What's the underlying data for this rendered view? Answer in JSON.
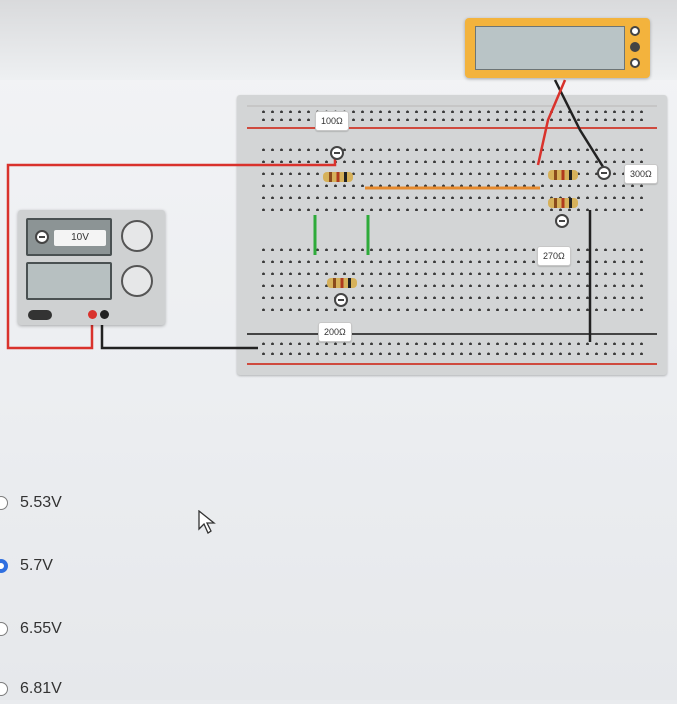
{
  "power_supply": {
    "voltage_label": "10V"
  },
  "resistors": [
    {
      "label": "100Ω"
    },
    {
      "label": "300Ω"
    },
    {
      "label": "270Ω"
    },
    {
      "label": "200Ω"
    }
  ],
  "options": [
    {
      "label": "5.53V",
      "selected": false
    },
    {
      "label": "5.7V",
      "selected": true
    },
    {
      "label": "6.55V",
      "selected": false
    },
    {
      "label": "6.81V",
      "selected": false
    }
  ],
  "icons": {
    "cursor": "mouse-pointer-icon",
    "minus": "minus-icon",
    "knob": "knob-icon"
  },
  "colors": {
    "wire_red": "#d9322c",
    "wire_black": "#222222",
    "wire_green": "#2eab3a",
    "wire_orange": "#e68a2e",
    "multimeter": "#f3b33d",
    "selected_radio": "#2f6fe0"
  }
}
